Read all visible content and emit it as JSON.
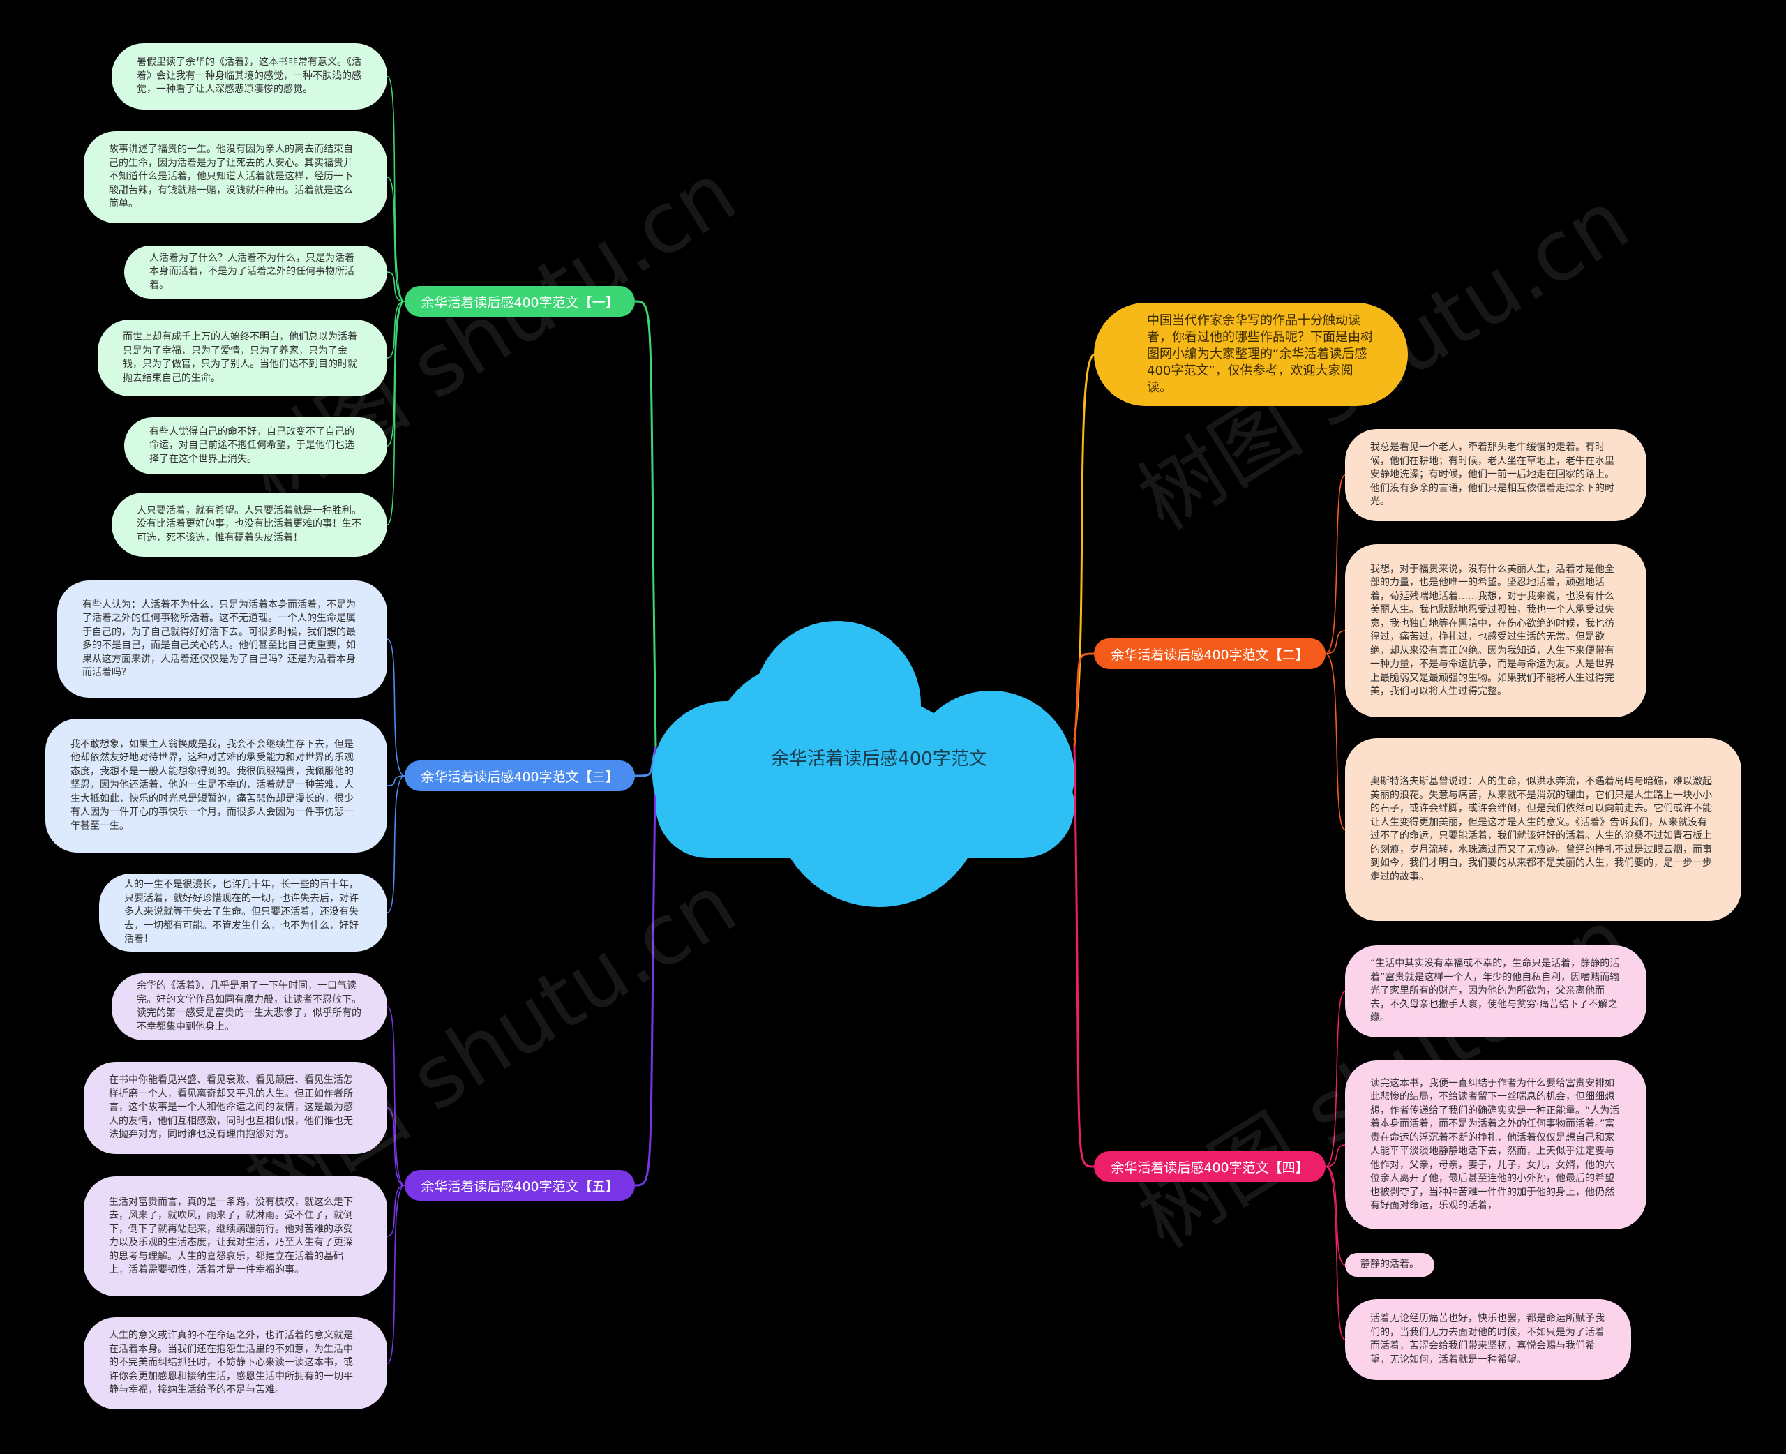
{
  "colors": {
    "background": "#000000",
    "center": "#2ec0f4",
    "branch1": "#3cd675",
    "branch2": "#f45b1b",
    "branch3": "#4a8cef",
    "branch4": "#ec1f68",
    "branch5": "#7a35e6",
    "intro": "#f7b917"
  },
  "watermark": "树图 shutu.cn",
  "center": {
    "title": "余华活着读后感400字范文"
  },
  "intro": "中国当代作家余华写的作品十分触动读者，你看过他的哪些作品呢？下面是由树图网小编为大家整理的“余华活着读后感400字范文”，仅供参考，欢迎大家阅读。",
  "branches": [
    {
      "label": "余华活着读后感400字范文【一】",
      "leaves": [
        "暑假里读了余华的《活着》，这本书非常有意义。《活着》会让我有一种身临其境的感觉，一种不肤浅的感觉，一种看了让人深感悲凉凄惨的感觉。",
        "故事讲述了福贵的一生。他没有因为亲人的离去而结束自己的生命，因为活着是为了让死去的人安心。其实福贵并不知道什么是活着，他只知道人活着就是这样，经历一下酸甜苦辣，有钱就赌一赌，没钱就种种田。活着就是这么简单。",
        "人活着为了什么？人活着不为什么，只是为活着本身而活着，不是为了活着之外的任何事物所活着。",
        "而世上却有成千上万的人始终不明白，他们总以为活着只是为了幸福，只为了爱情，只为了养家，只为了金钱，只为了做官，只为了别人。当他们达不到目的时就抛去结束自己的生命。",
        "有些人觉得自己的命不好，自己改变不了自己的命运，对自己前途不抱任何希望，于是他们也选择了在这个世界上消失。",
        "人只要活着，就有希望。人只要活着就是一种胜利。没有比活着更好的事，也没有比活着更难的事！生不可选，死不该选，惟有硬着头皮活着！"
      ]
    },
    {
      "label": "余华活着读后感400字范文【二】",
      "leaves": [
        "我总是看见一个老人，牵着那头老牛缓慢的走着。有时候，他们在耕地；有时候，老人坐在草地上，老牛在水里安静地洗澡；有时候，他们一前一后地走在回家的路上。他们没有多余的言语，他们只是相互依偎着走过余下的时光。",
        "我想，对于福贵来说，没有什么美丽人生，活着才是他全部的力量，也是他唯一的希望。坚忍地活着，顽强地活着，苟延残喘地活着……我想，对于我来说，也没有什么美丽人生。我也默默地忍受过孤独，我也一个人承受过失意，我也独自地等在黑暗中，在伤心欲绝的时候，我也彷徨过，痛苦过，挣扎过，也感受过生活的无常。但是欲绝，却从来没有真正的绝。因为我知道，人生下来便带有一种力量，不是与命运抗争，而是与命运为友。人是世界上最脆弱又是最顽强的生物。如果我们不能将人生过得完美，我们可以将人生过得完整。",
        "奥斯特洛夫斯基曾说过：人的生命，似洪水奔流，不遇着岛屿与暗礁，难以激起美丽的浪花。失意与痛苦，从来就不是消沉的理由，它们只是人生路上一块小小的石子，或许会绊脚，或许会绊倒，但是我们依然可以向前走去。它们或许不能让人生变得更加美丽，但是这才是人生的意义。《活着》告诉我们，从来就没有过不了的命运，只要能活着，我们就该好好的活着。人生的沧桑不过如青石板上的刻痕，岁月流转，水珠滴过而又了无痕迹。曾经的挣扎不过是过眼云烟，而事到如今，我们才明白，我们要的从来都不是美丽的人生，我们要的，是一步一步走过的故事。"
      ]
    },
    {
      "label": "余华活着读后感400字范文【三】",
      "leaves": [
        "有些人认为：人活着不为什么，只是为活着本身而活着，不是为了活着之外的任何事物所活着。这不无道理。一个人的生命是属于自己的，为了自己就得好好活下去。可很多时候，我们想的最多的不是自己，而是自己关心的人。他们甚至比自己更重要，如果从这方面来讲，人活着还仅仅是为了自己吗？还是为活着本身而活着吗？",
        "我不敢想象，如果主人翁换成是我，我会不会继续生存下去，但是他却依然友好地对待世界，这种对苦难的承受能力和对世界的乐观态度，我想不是一般人能想象得到的。我很佩服福贵，我佩服他的坚忍，因为他还活着，他的一生是不幸的，活着就是一种苦难，人生大抵如此，快乐的时光总是短暂的，痛苦悲伤却是漫长的，很少有人因为一件开心的事快乐一个月，而很多人会因为一件事伤悲一年甚至一生。",
        "人的一生不是很漫长，也许几十年，长一些的百十年，只要活着，就好好珍惜现在的一切，也许失去后，对许多人来说就等于失去了生命。但只要还活着，还没有失去，一切都有可能。不管发生什么，也不为什么，好好活着！"
      ]
    },
    {
      "label": "余华活着读后感400字范文【四】",
      "leaves": [
        "“生活中其实没有幸福或不幸的，生命只是活着，静静的活着”富贵就是这样一个人，年少的他自私自利，因嗜赌而输光了家里所有的财产，因为他的为所欲为，父亲离他而去，不久母亲也撒手人寰，使他与贫穷·痛苦结下了不解之缘。",
        "读完这本书，我便一直纠结于作者为什么要给富贵安排如此悲惨的结局，不给读者留下一丝喘息的机会，但细细想想，作者传递给了我们的确确实实是一种正能量。“人为活着本身而活着，而不是为活着之外的任何事物而活着。”富贵在命运的浮沉着不断的挣扎，他活着仅仅是想自己和家人能平平淡淡地静静地活下去，然而，上天似乎注定要与他作对，父亲，母亲，妻子，儿子，女儿，女婿，他的六位亲人离开了他，最后甚至连他的小外孙，他最后的希望也被剥夺了，当种种苦难一件件的加于他的身上，他仍然有好面对命运，乐观的活着，",
        "静静的活着。",
        "活着无论经历痛苦也好，快乐也罢，都是命运所赋予我们的，当我们无力去面对他的时候，不如只是为了活着而活着，苦涩会给我们带来坚韧，喜悦会赐与我们希望，无论如何，活着就是一种希望。"
      ]
    },
    {
      "label": "余华活着读后感400字范文【五】",
      "leaves": [
        "余华的《活着》，几乎是用了一下午时间，一口气读完。好的文学作品如同有魔力般，让读者不忍放下。读完的第一感受是富贵的一生太悲惨了，似乎所有的不幸都集中到他身上。",
        "在书中你能看见兴盛、看见衰败、看见颠唐、看见生活怎样折磨一个人，看见离奇却又平凡的人生。但正如作者所言，这个故事是一个人和他命运之间的友情，这是最为感人的友情，他们互相感激，同时也互相仇恨，他们谁也无法抛弃对方，同时谁也没有理由抱怨对方。",
        "生活对富贵而言，真的是一条路，没有枝杈，就这么走下去，风来了，就吹风，雨来了，就淋雨。受不住了，就倒下，倒下了就再站起来，继续蹒跚前行。他对苦难的承受力以及乐观的生活态度，让我对生活，乃至人生有了更深的思考与理解。人生的喜怒哀乐，都建立在活着的基础上，活着需要韧性，活着才是一件幸福的事。",
        "人生的意义或许真的不在命运之外，也许活着的意义就是在活着本身。当我们还在抱怨生活里的不如意，为生活中的不完美而纠结抓狂时，不妨静下心来读一读这本书，或许你会更加感恩和接纳生活，感恩生活中所拥有的一切平静与幸福，接纳生活给予的不足与苦难。"
      ]
    }
  ]
}
